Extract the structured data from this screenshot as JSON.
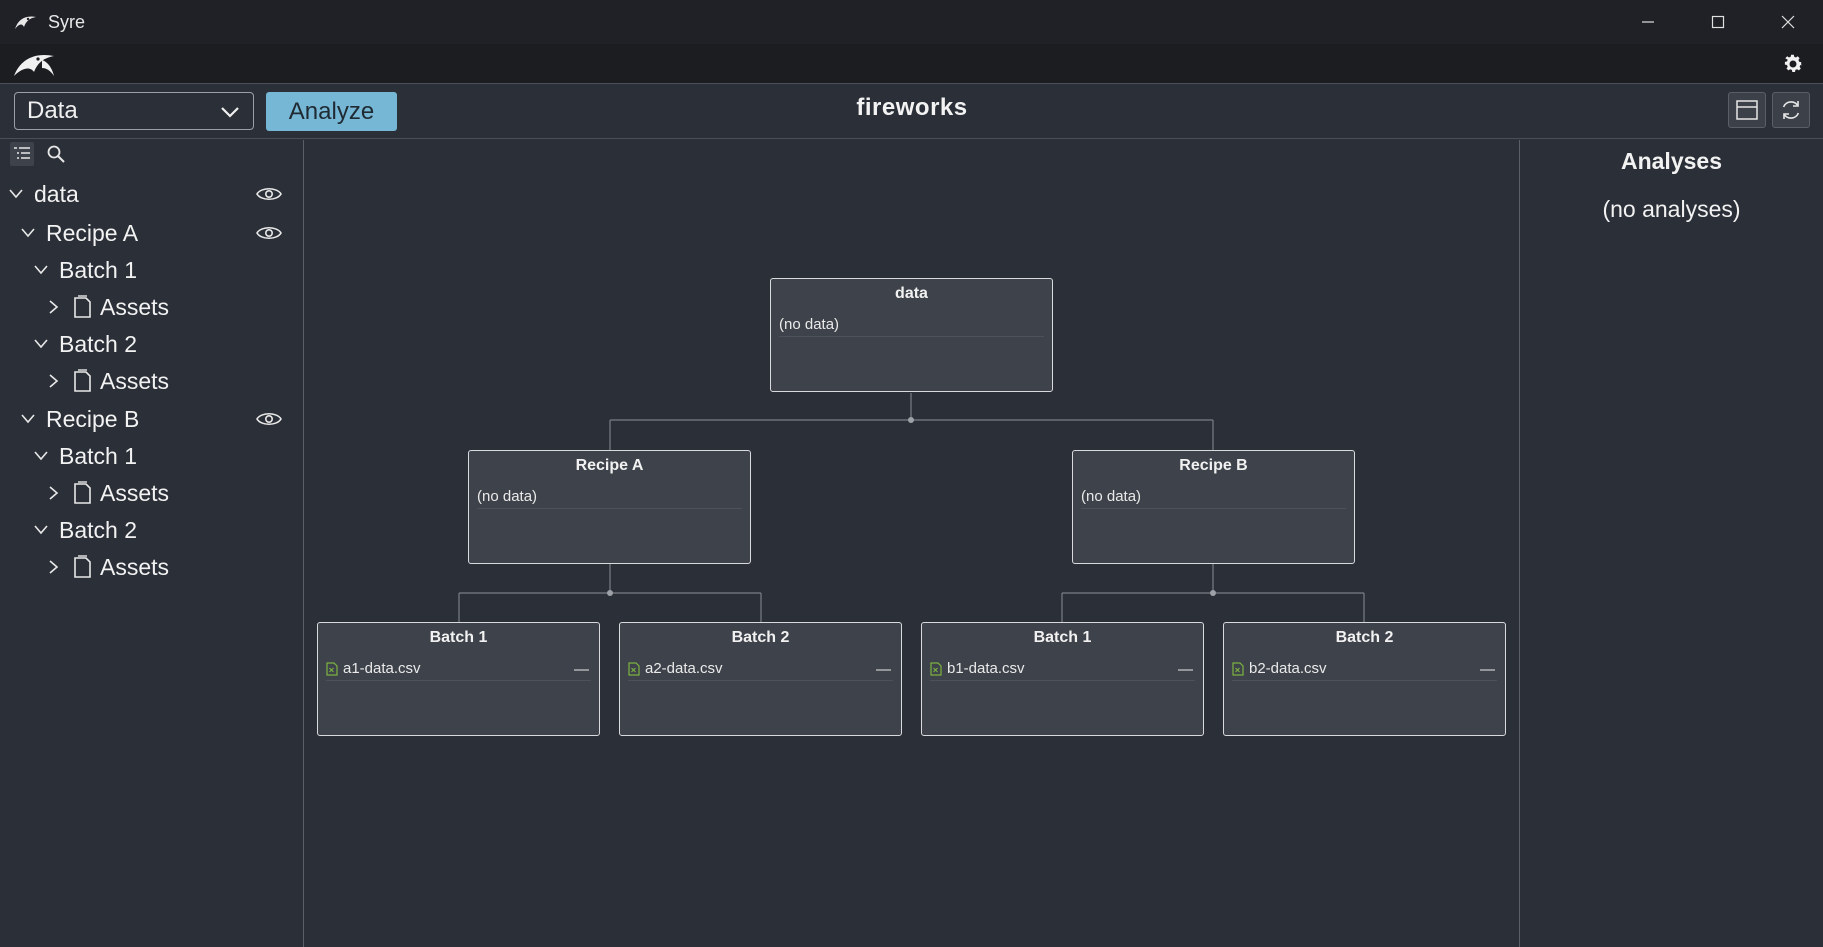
{
  "window": {
    "title": "Syre"
  },
  "header": {
    "dropdown_value": "Data",
    "analyze_label": "Analyze",
    "project_title": "fireworks"
  },
  "tree": [
    {
      "label": "data",
      "level": 0,
      "expanded": true,
      "visible_toggle": true
    },
    {
      "label": "Recipe A",
      "level": 1,
      "expanded": true,
      "visible_toggle": true
    },
    {
      "label": "Batch 1",
      "level": 2,
      "expanded": true
    },
    {
      "label": "Assets",
      "level": 3,
      "expanded": false,
      "asset": true
    },
    {
      "label": "Batch 2",
      "level": 2,
      "expanded": true
    },
    {
      "label": "Assets",
      "level": 3,
      "expanded": false,
      "asset": true
    },
    {
      "label": "Recipe B",
      "level": 1,
      "expanded": true,
      "visible_toggle": true
    },
    {
      "label": "Batch 1",
      "level": 2,
      "expanded": true
    },
    {
      "label": "Assets",
      "level": 3,
      "expanded": false,
      "asset": true
    },
    {
      "label": "Batch 2",
      "level": 2,
      "expanded": true
    },
    {
      "label": "Assets",
      "level": 3,
      "expanded": false,
      "asset": true
    }
  ],
  "graph": {
    "root": {
      "title": "data",
      "content": "(no data)"
    },
    "recipe_a": {
      "title": "Recipe A",
      "content": "(no data)"
    },
    "recipe_b": {
      "title": "Recipe B",
      "content": "(no data)"
    },
    "a_batch1": {
      "title": "Batch 1",
      "file": "a1-data.csv",
      "action": "—"
    },
    "a_batch2": {
      "title": "Batch 2",
      "file": "a2-data.csv",
      "action": "—"
    },
    "b_batch1": {
      "title": "Batch 1",
      "file": "b1-data.csv",
      "action": "—"
    },
    "b_batch2": {
      "title": "Batch 2",
      "file": "b2-data.csv",
      "action": "—"
    }
  },
  "analyses": {
    "title": "Analyses",
    "empty_text": "(no analyses)"
  },
  "colors": {
    "accent": "#76b7d6",
    "background": "#2b2f37",
    "node": "#3e424a",
    "file_icon": "#7cb342"
  },
  "icons": {
    "app": "syre-logo-icon",
    "settings": "gear-icon",
    "tree_view": "list-tree-icon",
    "search": "search-icon",
    "eye": "eye-icon",
    "asset": "document-icon",
    "file": "csv-file-icon"
  }
}
